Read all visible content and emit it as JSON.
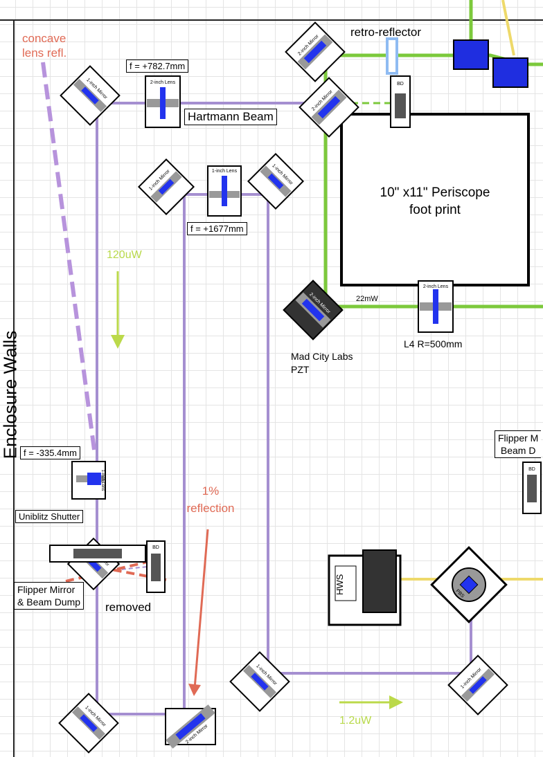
{
  "title": "Enclosure Walls",
  "labels": {
    "concave": "concave\nlens refl.",
    "f1": "f = +782.7mm",
    "hartmann": "Hartmann Beam",
    "retro": "retro-reflector",
    "periscope": "10\" x11\" Periscope\nfoot print",
    "f2": "f = +1677mm",
    "power120": "120uW",
    "power22": "22mW",
    "l4": "L4 R=500mm",
    "madcity": "Mad City Labs\nPZT",
    "f3": "f = -335.4mm",
    "shutter": "Uniblitz Shutter",
    "flipper1": "Flipper Mirror\n& Beam Dump",
    "removed": "removed",
    "reflection": "1%\nreflection",
    "flipper2": "Flipper M\nBeam D",
    "hws": "HWS",
    "power12": "1.2uW"
  },
  "component_labels": {
    "two_inch_mirror": "2-inch Mirror",
    "one_inch_mirror": "1-inch Mirror",
    "two_inch_lens": "2-inch Lens",
    "one_inch_lens": "1-inch Lens",
    "bd": "BD",
    "pbs": "PBS"
  },
  "colors": {
    "beam_purple": "#a58fd0",
    "beam_green": "#7cc93c",
    "beam_yellow": "#eed96a",
    "arrow_red": "#e06a55",
    "arrow_lime": "#bbd94a",
    "optic_blue": "#2233ee",
    "optic_gray": "#999999",
    "block_blue": "#1f2ee0"
  }
}
